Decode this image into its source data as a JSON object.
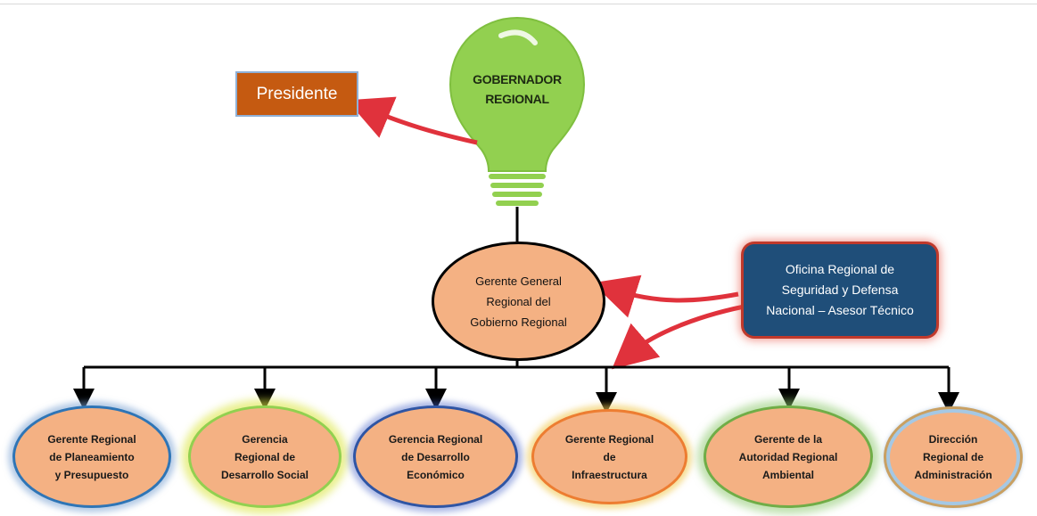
{
  "governor": {
    "label_line1": "GOBERNADOR",
    "label_line2": "REGIONAL",
    "bulb_color": "#92d050"
  },
  "president": {
    "label": "Presidente",
    "color": "#c55a11"
  },
  "general_manager": {
    "line1": "Gerente General",
    "line2": "Regional del",
    "line3": "Gobierno Regional"
  },
  "advisor_office": {
    "line1": "Oficina Regional de",
    "line2": "Seguridad y Defensa",
    "line3": "Nacional – Asesor Técnico",
    "color": "#1f4e79"
  },
  "managements": [
    {
      "line1": "Gerente Regional",
      "line2": "de Planeamiento",
      "line3": "y Presupuesto"
    },
    {
      "line1": "Gerencia",
      "line2": "Regional de",
      "line3": "Desarrollo Social"
    },
    {
      "line1": "Gerencia Regional",
      "line2": "de Desarrollo",
      "line3": "Económico"
    },
    {
      "line1": "Gerente Regional",
      "line2": "de",
      "line3": "Infraestructura"
    },
    {
      "line1": "Gerente de la",
      "line2": "Autoridad Regional",
      "line3": "Ambiental"
    },
    {
      "line1": "Dirección",
      "line2": "Regional de",
      "line3": "Administración"
    }
  ],
  "accents": {
    "node_fill": "#f4b183",
    "arrow_red": "#e0323c"
  }
}
